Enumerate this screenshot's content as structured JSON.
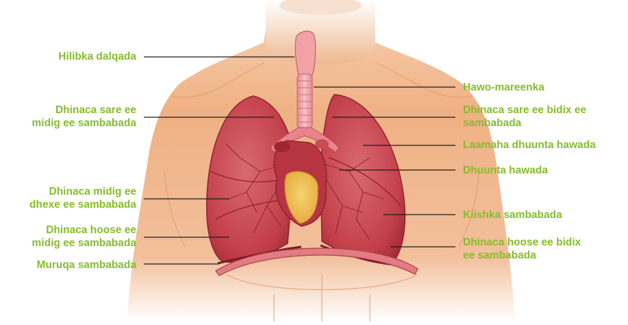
{
  "labels": {
    "larynx": "Hilibka dalqada",
    "right_upper_lobe": "Dhinaca sare ee\nmidig ee sambabada",
    "right_middle_lobe": "Dhinaca midig ee\ndhexe ee sambabada",
    "right_lower_lobe": "Dhinaca hoose ee\nmidig ee sambabada",
    "diaphragm": "Muruqa sambabada",
    "trachea": "Hawo-mareenka",
    "left_upper_lobe": "Dhinaca sare ee bidix ee\nsambabada",
    "bronchioles": "Laamaha dhuunta hawada",
    "bronchus": "Dhuunta hawada",
    "lung_sac": "Kiishka sambabada",
    "left_lower_lobe": "Dhinaca hoose ee bidix\nee sambabada"
  },
  "colors": {
    "label_green": "#86bd2c",
    "skin": "#f0b385",
    "lung": "#c8454f",
    "heart": "#f1c25c",
    "trachea": "#f3a7ab"
  }
}
